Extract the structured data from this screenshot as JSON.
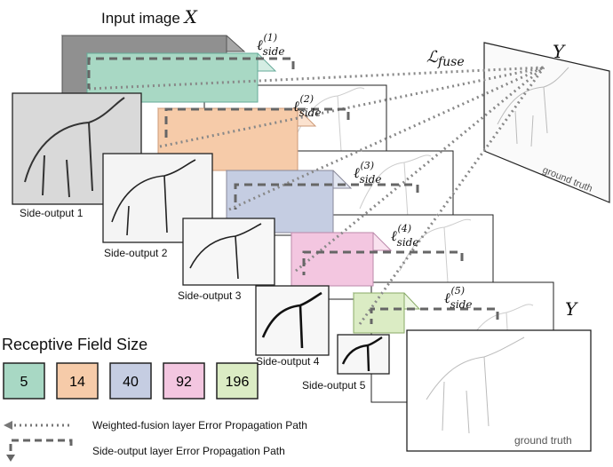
{
  "title": {
    "input_prefix": "Input image ",
    "input_var": "X"
  },
  "ground_truth_var": "Y",
  "loss_fuse": "ℒ",
  "loss_fuse_sub": "fuse",
  "side_losses": [
    {
      "sym": "ℓ",
      "sub": "side",
      "sup": "(1)"
    },
    {
      "sym": "ℓ",
      "sub": "side",
      "sup": "(2)"
    },
    {
      "sym": "ℓ",
      "sub": "side",
      "sup": "(3)"
    },
    {
      "sym": "ℓ",
      "sub": "side",
      "sup": "(4)"
    },
    {
      "sym": "ℓ",
      "sub": "side",
      "sup": "(5)"
    }
  ],
  "side_outputs": [
    "Side-output 1",
    "Side-output 2",
    "Side-output 3",
    "Side-output 4",
    "Side-output 5"
  ],
  "ground_truth_label": "ground truth",
  "legend": {
    "title": "Receptive Field Size",
    "sizes": [
      {
        "value": "5",
        "color": "#a8d8c4"
      },
      {
        "value": "14",
        "color": "#f6cba9"
      },
      {
        "value": "40",
        "color": "#c5cde2"
      },
      {
        "value": "92",
        "color": "#f3c6e0"
      },
      {
        "value": "196",
        "color": "#dbecc4"
      }
    ],
    "weighted_fusion": "Weighted-fusion layer Error Propagation Path",
    "side_output": "Side-output layer Error Propagation Path"
  }
}
